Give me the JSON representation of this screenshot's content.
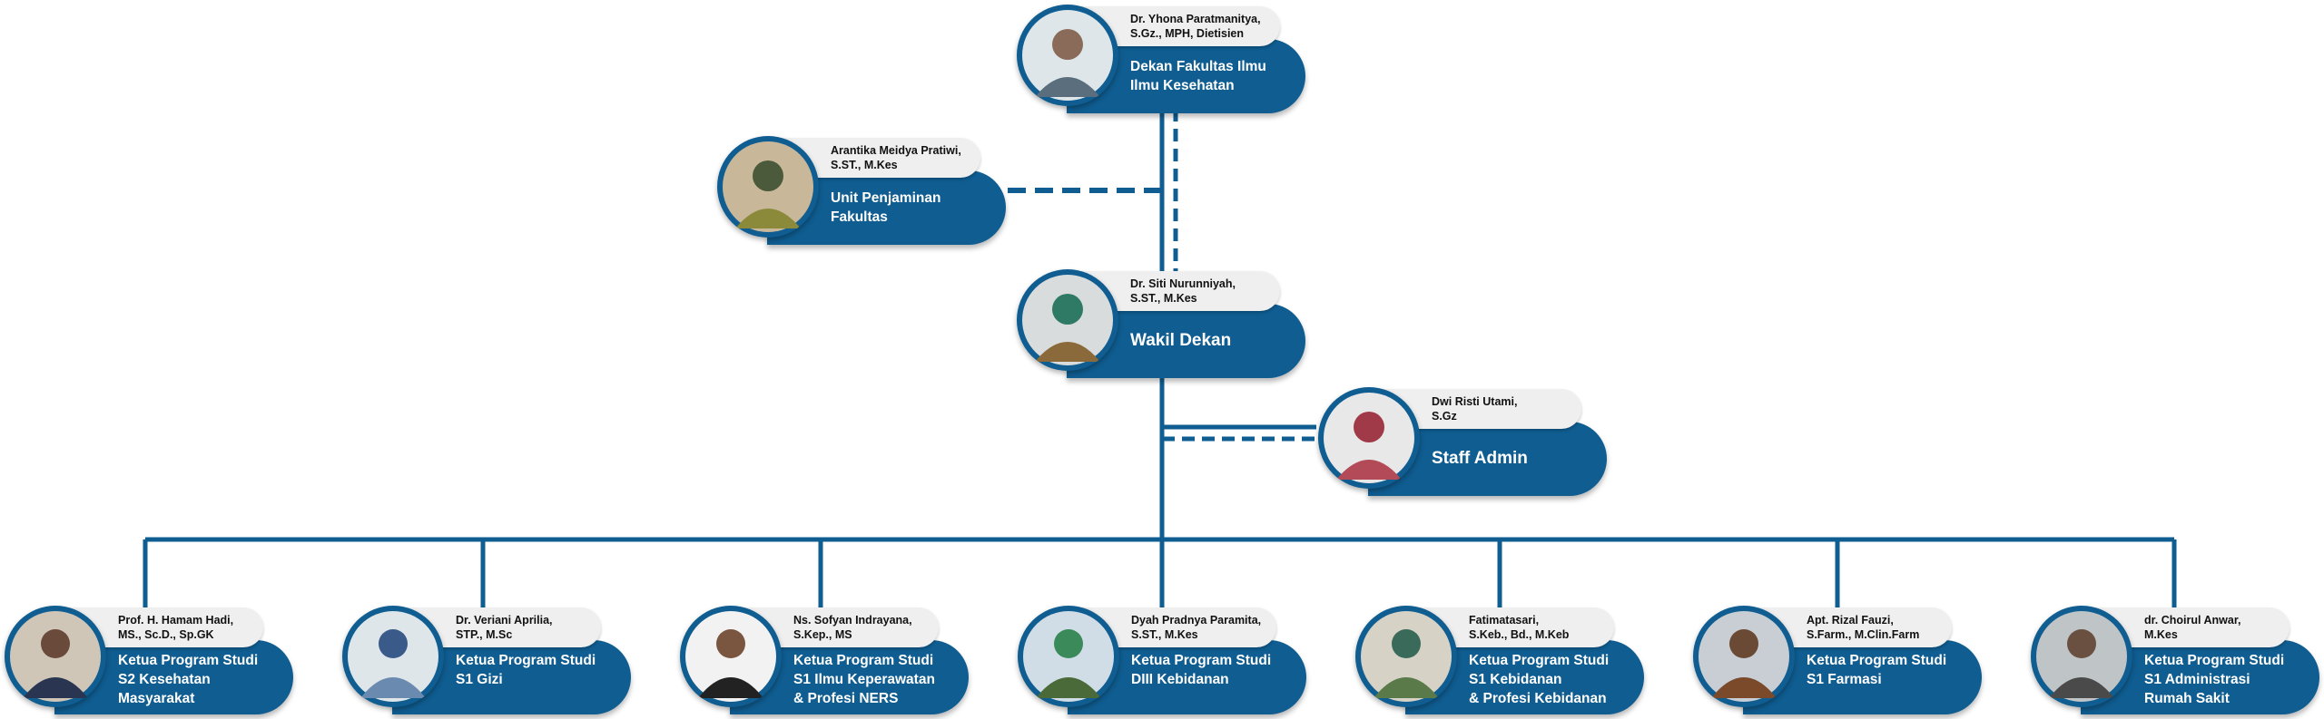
{
  "colors": {
    "primary": "#0f5d91",
    "name_bg": "#efefef",
    "role_text": "#ffffff"
  },
  "nodes": [
    {
      "id": "dean",
      "name": "Dr. Yhona Paratmanitya,\nS.Gz., MPH, Dietisien",
      "role": "Dekan Fakultas Ilmu\nIlmu Kesehatan",
      "icon": "person-icon"
    },
    {
      "id": "qa-unit",
      "name": "Arantika Meidya Pratiwi,\nS.ST., M.Kes",
      "role": "Unit Penjaminan\nFakultas",
      "icon": "person-icon"
    },
    {
      "id": "vice-dean",
      "name": "Dr. Siti Nurunniyah,\nS.ST., M.Kes",
      "role": "Wakil Dekan",
      "icon": "person-icon"
    },
    {
      "id": "staff-admin",
      "name": "Dwi Risti Utami,\nS.Gz",
      "role": "Staff Admin",
      "icon": "person-icon"
    },
    {
      "id": "s2-kesmas",
      "name": "Prof. H. Hamam Hadi,\nMS., Sc.D., Sp.GK",
      "role": "Ketua Program Studi\nS2 Kesehatan\nMasyarakat",
      "icon": "person-icon"
    },
    {
      "id": "s1-gizi",
      "name": "Dr. Veriani Aprilia,\nSTP., M.Sc",
      "role": "Ketua Program Studi\nS1 Gizi",
      "icon": "person-icon"
    },
    {
      "id": "s1-keperawatan",
      "name": "Ns. Sofyan Indrayana,\nS.Kep., MS",
      "role": "Ketua Program Studi\nS1 Ilmu Keperawatan\n& Profesi NERS",
      "icon": "person-icon"
    },
    {
      "id": "diii-kebidanan",
      "name": "Dyah Pradnya Paramita,\nS.ST., M.Kes",
      "role": "Ketua Program Studi\nDIII Kebidanan",
      "icon": "person-icon"
    },
    {
      "id": "s1-kebidanan",
      "name": "Fatimatasari,\nS.Keb., Bd., M.Keb",
      "role": "Ketua Program Studi\nS1 Kebidanan\n& Profesi Kebidanan",
      "icon": "person-icon"
    },
    {
      "id": "s1-farmasi",
      "name": "Apt. Rizal Fauzi,\nS.Farm., M.Clin.Farm",
      "role": "Ketua Program Studi\nS1 Farmasi",
      "icon": "person-icon"
    },
    {
      "id": "s1-arsa",
      "name": "dr. Choirul Anwar,\nM.Kes",
      "role": "Ketua Program Studi\nS1 Administrasi\nRumah Sakit",
      "icon": "person-icon"
    }
  ]
}
